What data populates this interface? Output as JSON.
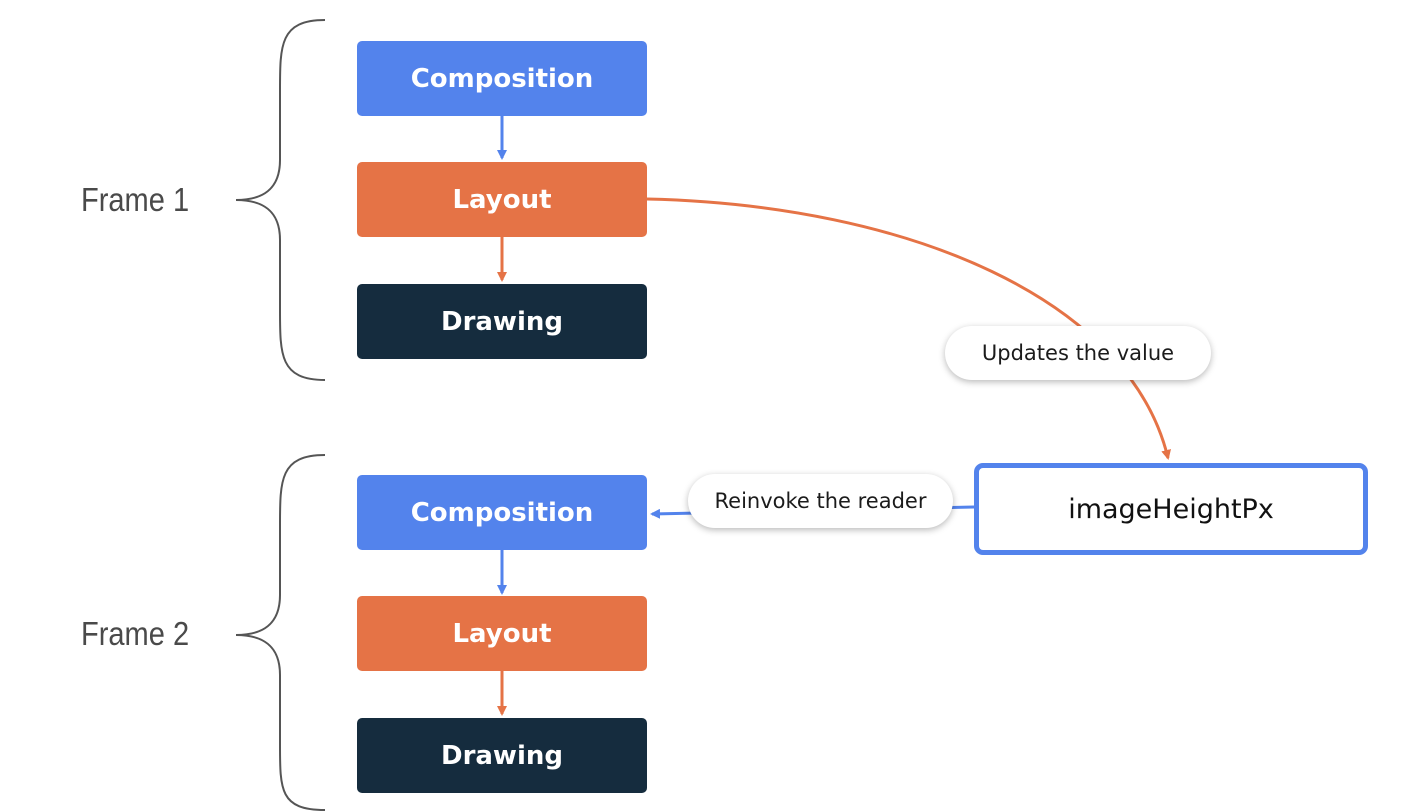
{
  "frames": [
    {
      "label": "Frame 1",
      "stages": {
        "composition": "Composition",
        "layout": "Layout",
        "drawing": "Drawing"
      }
    },
    {
      "label": "Frame 2",
      "stages": {
        "composition": "Composition",
        "layout": "Layout",
        "drawing": "Drawing"
      }
    }
  ],
  "state": {
    "name": "imageHeightPx"
  },
  "edges": {
    "update_label": "Updates the value",
    "reinvoke_label": "Reinvoke the reader"
  },
  "colors": {
    "composition": "#5383ec",
    "layout": "#e57346",
    "drawing": "#152c3e",
    "brace": "#555555"
  }
}
